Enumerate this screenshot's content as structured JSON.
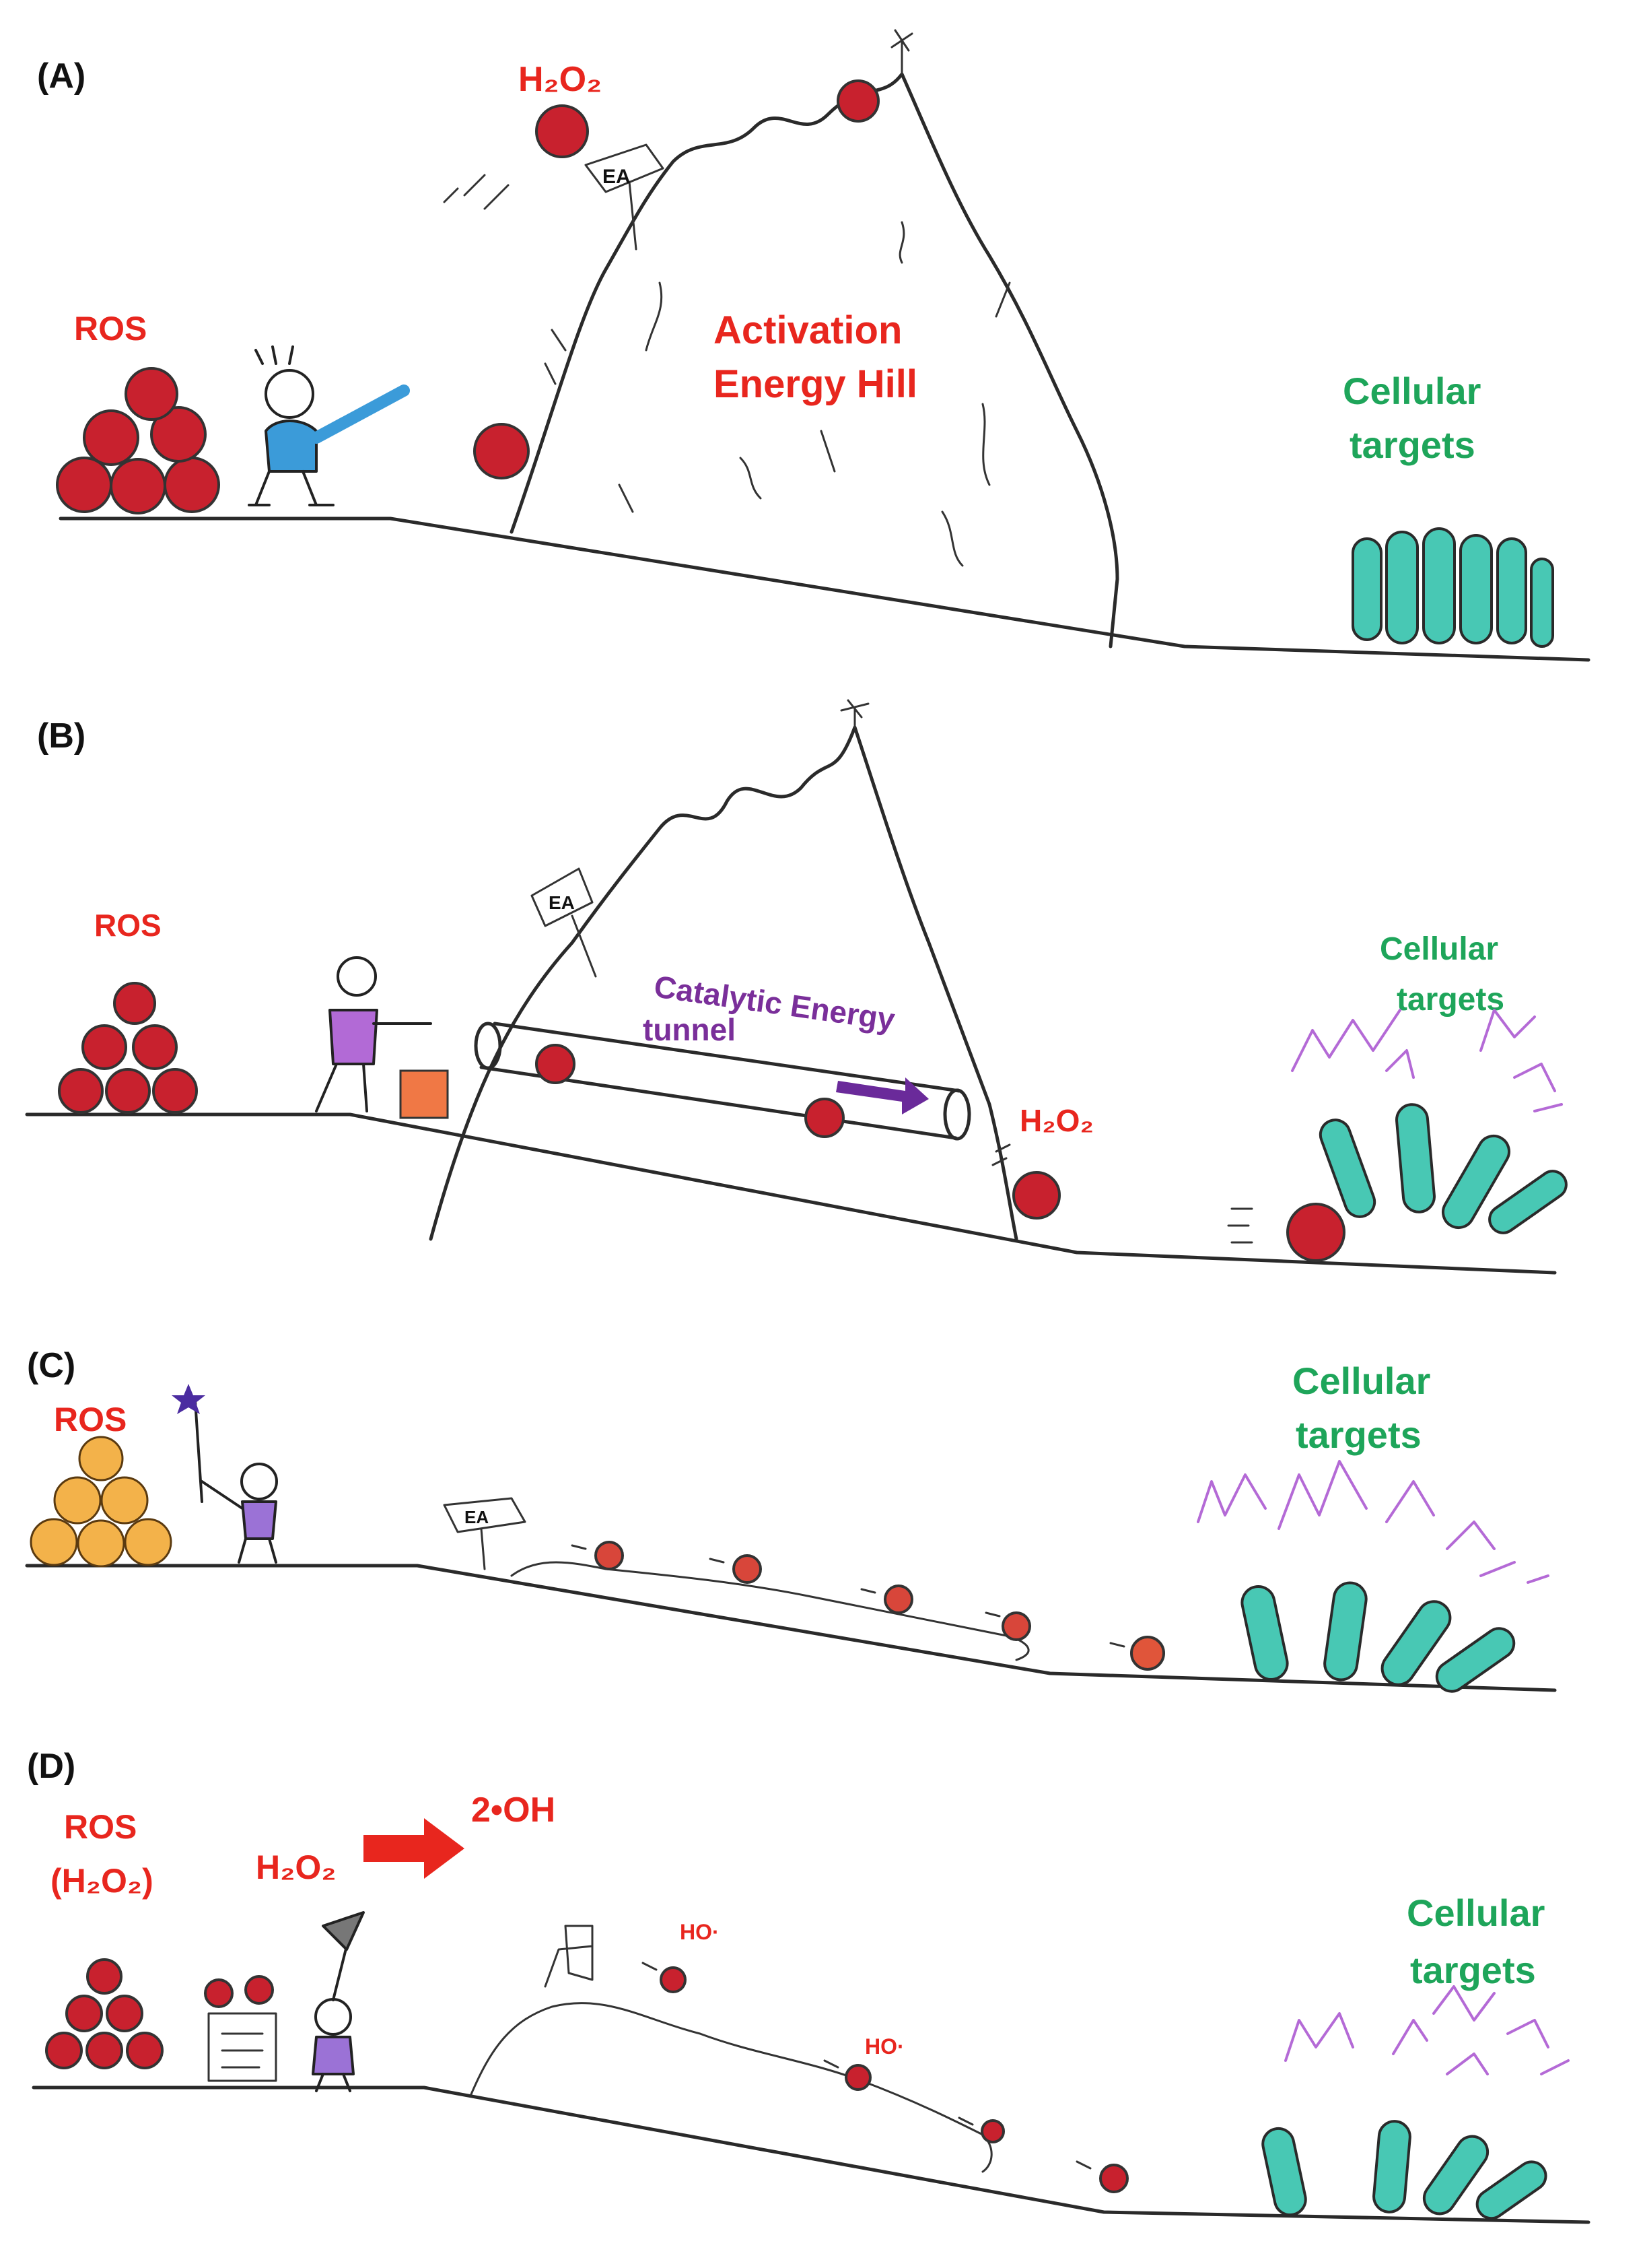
{
  "panels": {
    "a": {
      "tag": "(A)",
      "ros": "ROS",
      "h2o2": "H₂O₂",
      "hill_line1": "Activation",
      "hill_line2": "Energy Hill",
      "targets_line1": "Cellular",
      "targets_line2": "targets",
      "sign": "EA"
    },
    "b": {
      "tag": "(B)",
      "ros": "ROS",
      "h2o2": "H₂O₂",
      "tunnel_line1": "Catalytic Energy",
      "tunnel_line2": "tunnel",
      "targets_line1": "Cellular",
      "targets_line2": "targets",
      "sign": "EA"
    },
    "c": {
      "tag": "(C)",
      "ros": "ROS",
      "targets_line1": "Cellular",
      "targets_line2": "targets",
      "sign": "EA"
    },
    "d": {
      "tag": "(D)",
      "ros_line1": "ROS",
      "ros_line2": "(H₂O₂)",
      "h2o2": "H₂O₂",
      "product": "2•OH",
      "targets_line1": "Cellular",
      "targets_line2": "targets",
      "ho_1": "HO·",
      "ho_2": "HO·"
    }
  },
  "colors": {
    "ros": "#e8261e",
    "targets": "#1ea55a",
    "tunnel": "#7a2f9a"
  }
}
